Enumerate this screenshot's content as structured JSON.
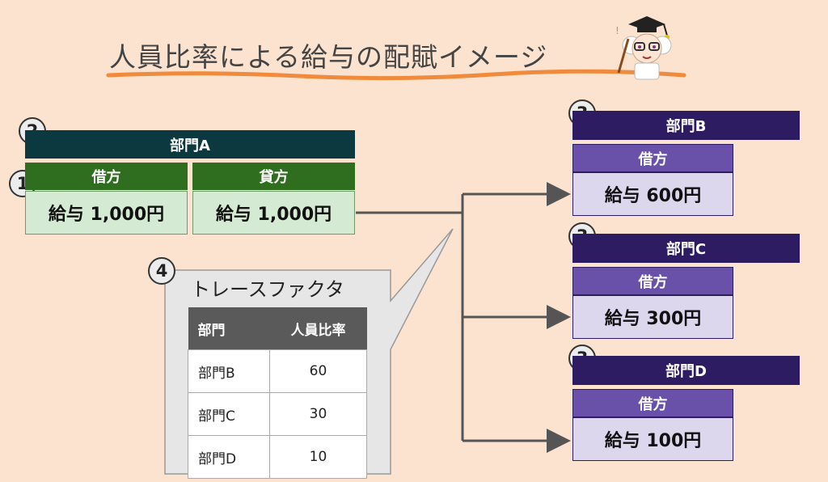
{
  "title": "人員比率による給与の配賦イメージ",
  "markers": {
    "one": "1",
    "two": "2",
    "three": "3",
    "four": "4"
  },
  "dept_a": {
    "name": "部門A",
    "debit_label": "借方",
    "credit_label": "貸方",
    "debit_value": "給与 1,000円",
    "credit_value": "給与 1,000円"
  },
  "trace_factor": {
    "title": "トレースファクタ",
    "headers": [
      "部門",
      "人員比率"
    ],
    "rows": [
      [
        "部門B",
        "60"
      ],
      [
        "部門C",
        "30"
      ],
      [
        "部門D",
        "10"
      ]
    ]
  },
  "targets": [
    {
      "name": "部門B",
      "debit_label": "借方",
      "value": "給与 600円"
    },
    {
      "name": "部門C",
      "debit_label": "借方",
      "value": "給与 300円"
    },
    {
      "name": "部門D",
      "debit_label": "借方",
      "value": "給与 100円"
    }
  ],
  "colors": {
    "background": "#fbe3cf",
    "dept_a_header": "#0c3940",
    "green_header": "#2f6e1f",
    "green_cell": "#d5ead2",
    "purple_dept": "#2d1c62",
    "purple_header": "#6951a9",
    "purple_cell": "#ddd7ee",
    "underline": "#f08a3c"
  }
}
